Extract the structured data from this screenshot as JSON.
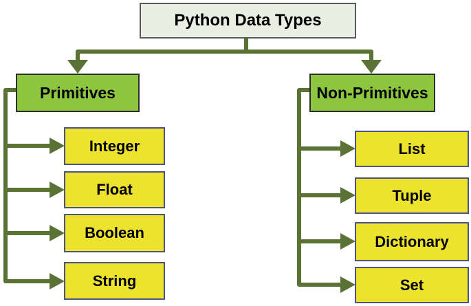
{
  "diagram": {
    "title": "Python Data Types",
    "branches": [
      {
        "label": "Primitives",
        "items": [
          "Integer",
          "Float",
          "Boolean",
          "String"
        ]
      },
      {
        "label": "Non-Primitives",
        "items": [
          "List",
          "Tuple",
          "Dictionary",
          "Set"
        ]
      }
    ],
    "colors": {
      "background": "#FFFFFF",
      "root_fill": "#E9EFE3",
      "root_border": "#595959",
      "category_fill": "#8DC73F",
      "category_border": "#2D2D2D",
      "item_fill": "#EDE22E",
      "item_border": "#4D5382",
      "connector": "#5A7233",
      "text": "#000000"
    }
  }
}
